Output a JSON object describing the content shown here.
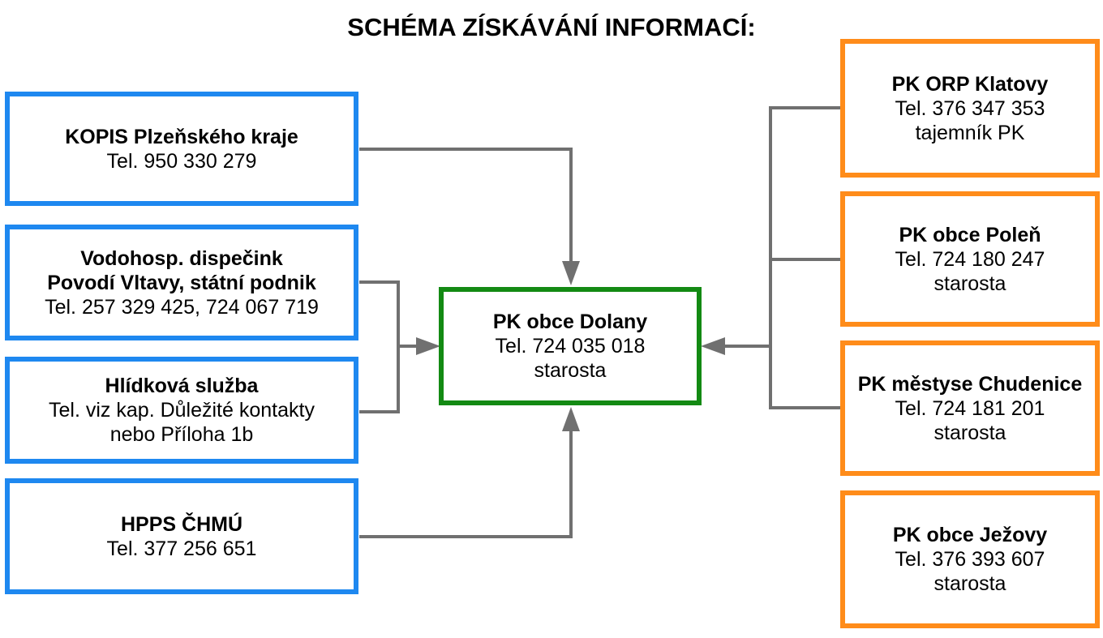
{
  "title": "SCHÉMA ZÍSKÁVÁNÍ INFORMACÍ:",
  "colors": {
    "sources": "#1e88f0",
    "municipalities": "#ff8c1a",
    "center": "#138a13",
    "connector": "#707070"
  },
  "sources": [
    {
      "name": "KOPIS Plzeňského kraje",
      "lines": [
        "Tel. 950 330 279"
      ]
    },
    {
      "name_lines": [
        "Vodohosp. dispečink",
        "Povodí Vltavy, státní podnik"
      ],
      "lines": [
        "Tel. 257 329 425, 724 067 719"
      ]
    },
    {
      "name": "Hlídková služba",
      "lines": [
        "Tel. viz kap. Důležité kontakty",
        "nebo Příloha 1b"
      ]
    },
    {
      "name": "HPPS ČHMÚ",
      "lines": [
        "Tel. 377 256 651"
      ]
    }
  ],
  "center": {
    "name": "PK obce Dolany",
    "phone": "Tel. 724 035 018",
    "role": "starosta"
  },
  "municipalities": [
    {
      "name": "PK ORP Klatovy",
      "phone": "Tel. 376 347 353",
      "role": "tajemník PK"
    },
    {
      "name": "PK obce Poleň",
      "phone": "Tel. 724 180 247",
      "role": "starosta"
    },
    {
      "name": "PK městyse Chudenice",
      "phone": "Tel. 724 181 201",
      "role": "starosta"
    },
    {
      "name": "PK obce Ježovy",
      "phone": "Tel. 376 393 607",
      "role": "starosta"
    }
  ]
}
